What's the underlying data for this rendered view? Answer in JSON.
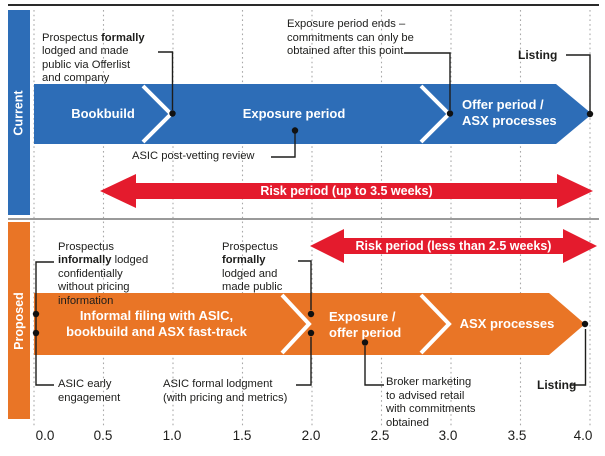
{
  "colors": {
    "current_blue": "#2d6db7",
    "proposed_orange": "#e97526",
    "risk_red": "#e41b2d",
    "text": "#1d1d1b"
  },
  "axis": {
    "ticks": [
      "0.0",
      "0.5",
      "1.0",
      "1.5",
      "2.0",
      "2.5",
      "3.0",
      "3.5",
      "4.0"
    ]
  },
  "current": {
    "sidebar_label": "Current",
    "segments": [
      {
        "label": "Bookbuild",
        "span": [
          0.0,
          1.0
        ]
      },
      {
        "label": "Exposure period",
        "span": [
          1.0,
          3.0
        ]
      },
      {
        "label": "Offer period /\nASX processes",
        "span": [
          3.0,
          4.0
        ]
      }
    ],
    "risk_arrow": {
      "label": "Risk period (up to 3.5 weeks)",
      "span": [
        0.5,
        4.0
      ]
    },
    "annotations": {
      "prospectus_l1a": "Prospectus ",
      "prospectus_l1b": "formally",
      "prospectus_rest": "\nlodged and made\npublic via Offerlist\nand company",
      "post_vetting": "ASIC post-vetting review",
      "exposure_ends": "Exposure period ends –\ncommitments can only be\nobtained after this point",
      "listing": "Listing"
    }
  },
  "proposed": {
    "sidebar_label": "Proposed",
    "segments": [
      {
        "label": "Informal filing with ASIC,\nbookbuild and ASX fast-track",
        "span": [
          0.0,
          2.0
        ]
      },
      {
        "label": "Exposure /\noffer period",
        "span": [
          2.0,
          3.0
        ]
      },
      {
        "label": "ASX processes",
        "span": [
          3.0,
          4.0
        ]
      }
    ],
    "risk_arrow": {
      "label": "Risk period (less than 2.5 weeks)",
      "span": [
        2.0,
        4.0
      ]
    },
    "annotations": {
      "informal_a": "Prospectus\n",
      "informal_b": "informally",
      "informal_c": " lodged\nconfidentially\nwithout pricing\ninformation",
      "formal_a": "Prospectus\n",
      "formal_b": "formally",
      "formal_c": "\nlodged and\nmade public",
      "asic_early": "ASIC early\nengagement",
      "asic_formal": "ASIC formal lodgment\n(with pricing and metrics)",
      "broker": "Broker marketing\nto advised retail\nwith commitments\nobtained",
      "listing": "Listing"
    }
  }
}
